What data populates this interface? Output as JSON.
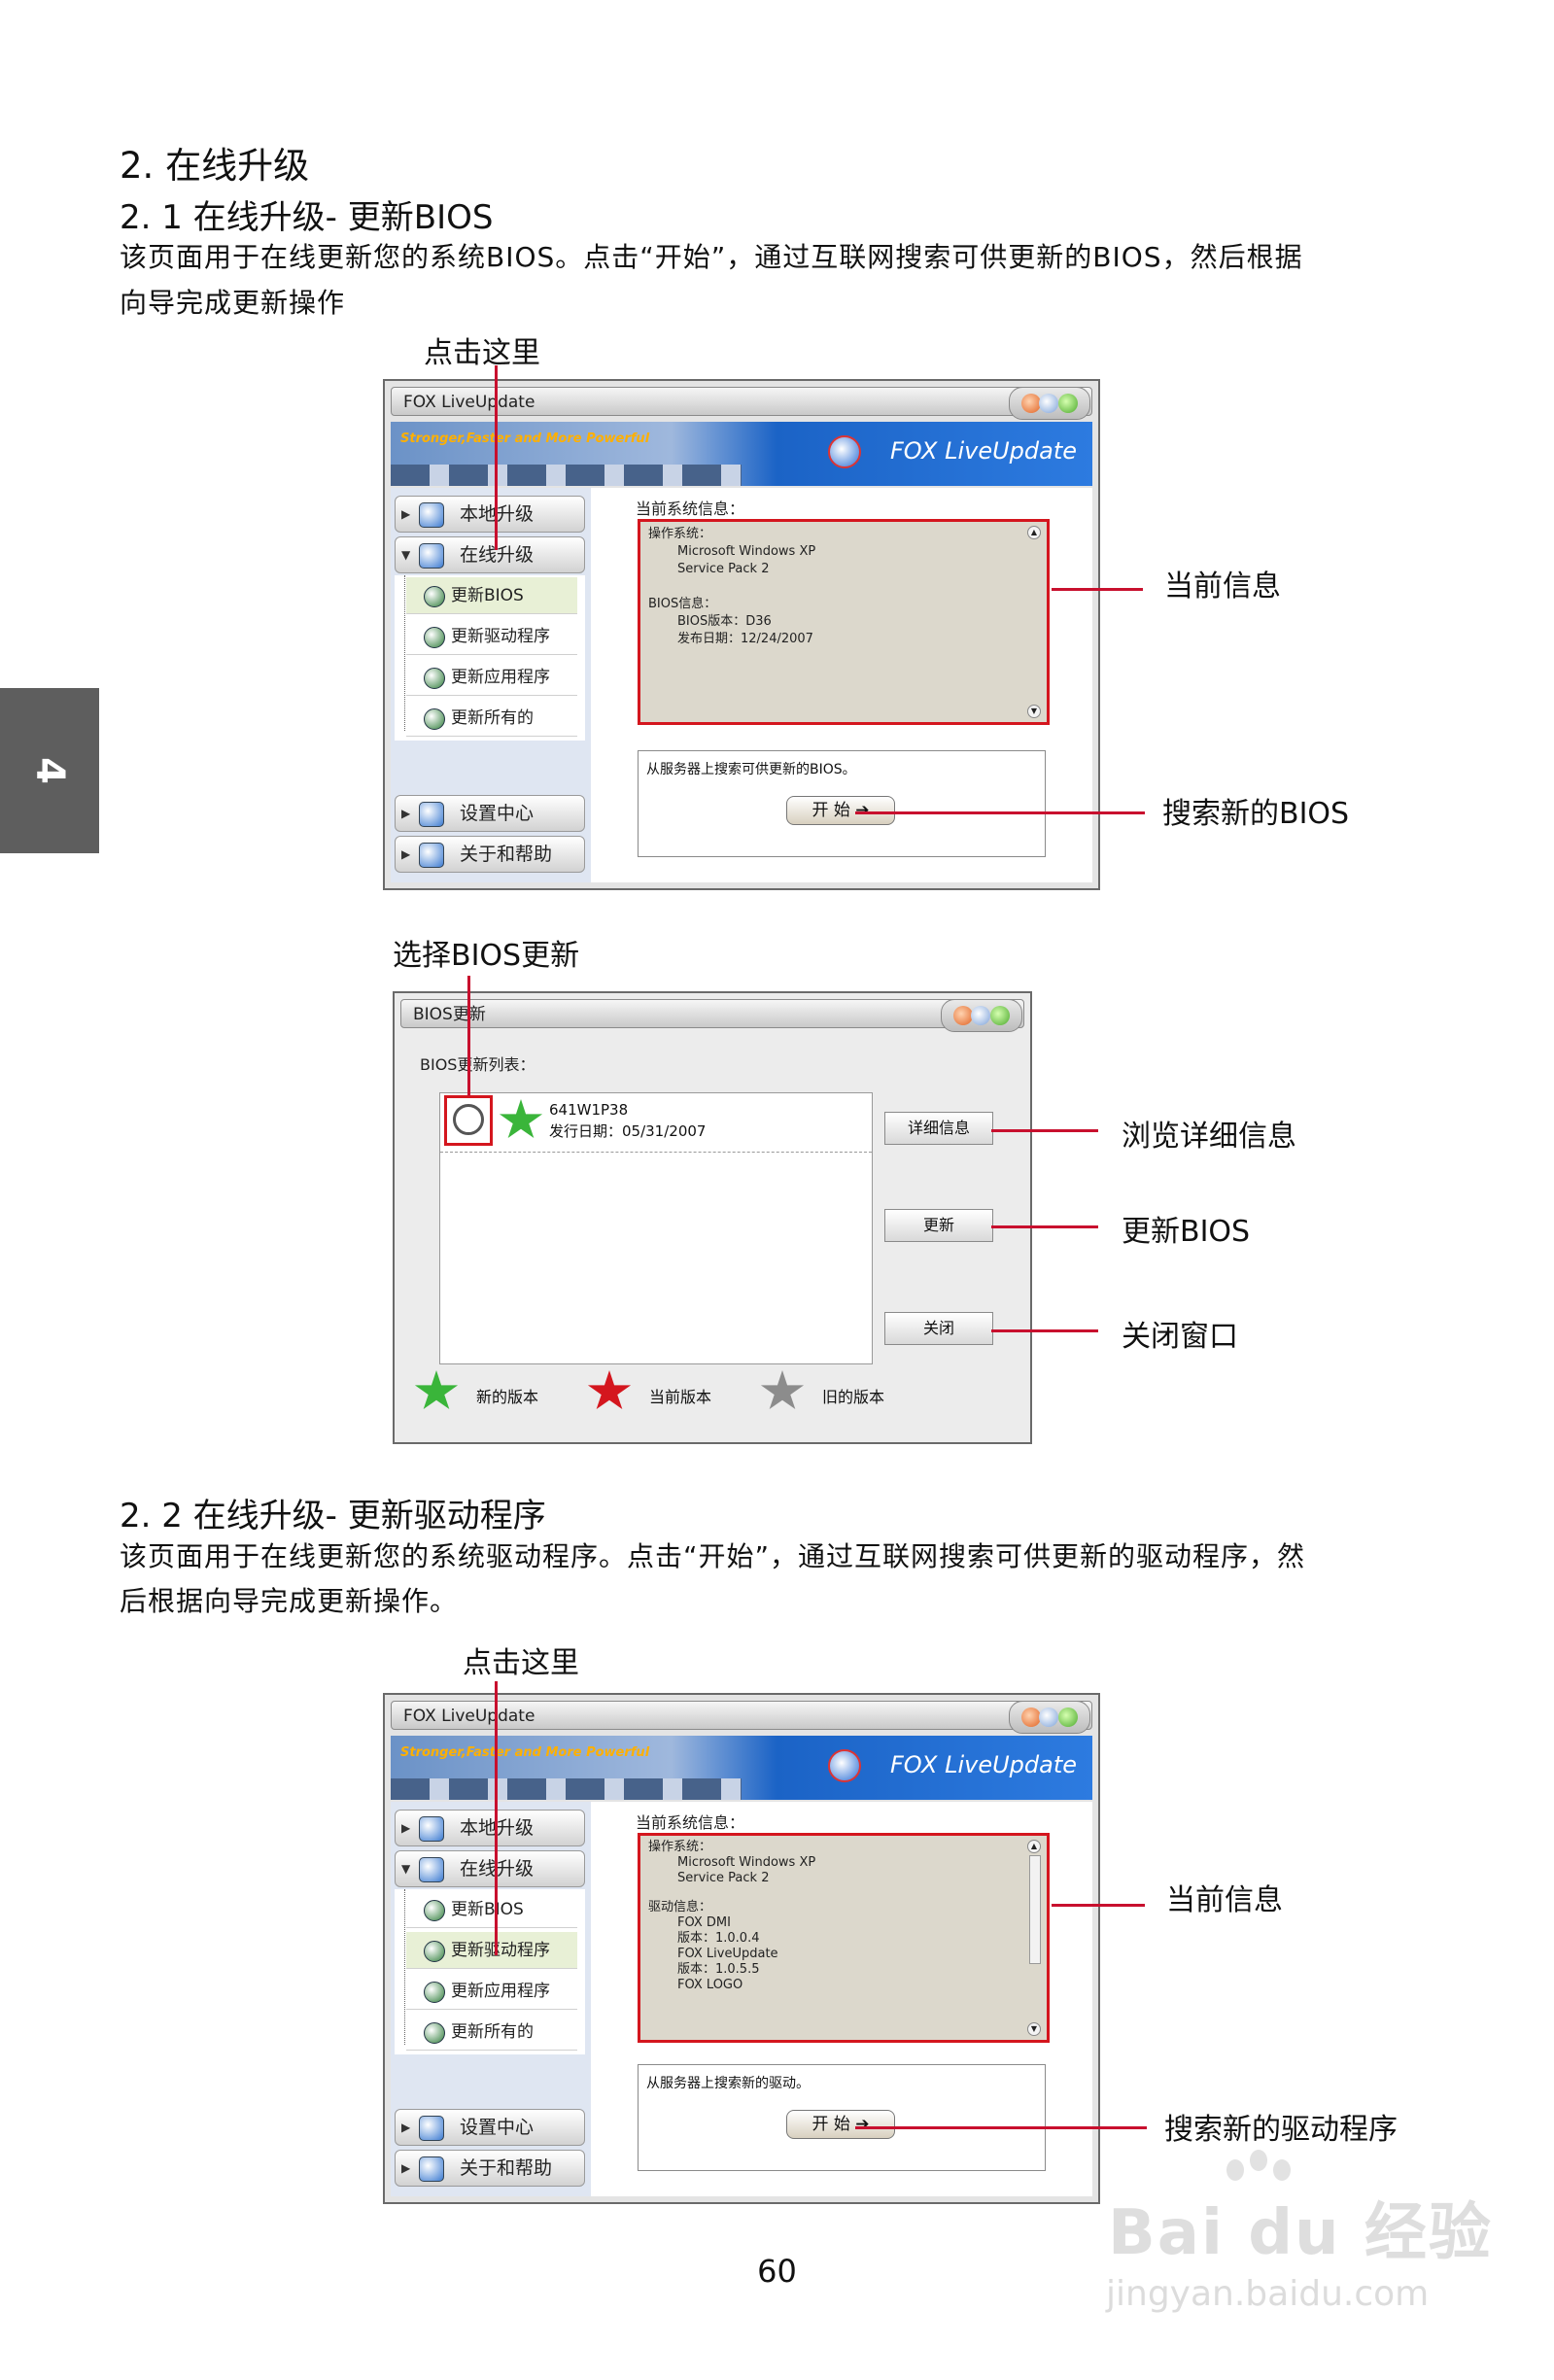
{
  "section": {
    "heading": "2.  在线升级",
    "sub1": "2. 1  在线升级- 更新BIOS",
    "para1_line1": "该页面用于在线更新您的系统BIOS。点击“开始”，通过互联网搜索可供更新的BIOS，然后根据",
    "para1_line2": "向导完成更新操作",
    "sub2": "2. 2  在线升级- 更新驱动程序",
    "para2_line1": "该页面用于在线更新您的系统驱动程序。点击“开始”，通过互联网搜索可供更新的驱动程序，然",
    "para2_line2": "后根据向导完成更新操作。"
  },
  "side_tab": "4",
  "callouts": {
    "click_here": "点击这里",
    "current_info": "当前信息",
    "search_bios": "搜索新的BIOS",
    "select_bios": "选择BIOS更新",
    "view_details": "浏览详细信息",
    "update_bios": "更新BIOS",
    "close_window": "关闭窗口",
    "search_driver": "搜索新的驱动程序"
  },
  "app": {
    "title": "FOX LiveUpdate",
    "slogan": "Stronger,Faster and More Powerful",
    "logo": "FOX LiveUpdate",
    "nav": {
      "local": "本地升级",
      "online": "在线升级",
      "sub": [
        "更新BIOS",
        "更新驱动程序",
        "更新应用程序",
        "更新所有的"
      ],
      "settings": "设置中心",
      "about": "关于和帮助"
    },
    "info_label": "当前系统信息：",
    "start_btn": "开 始"
  },
  "screen1": {
    "os_label": "操作系统：",
    "os_name": "Microsoft Windows XP",
    "os_sp": "Service Pack 2",
    "bios_label": "BIOS信息：",
    "bios_ver": "BIOS版本：D36",
    "bios_date": "发布日期：12/24/2007",
    "search_text": "从服务器上搜索可供更新的BIOS。"
  },
  "bios_dialog": {
    "title": "BIOS更新",
    "list_label": "BIOS更新列表：",
    "item_name": "641W1P38",
    "item_date": "发行日期：05/31/2007",
    "btn_details": "详细信息",
    "btn_update": "更新",
    "btn_close": "关闭",
    "legend_new": "新的版本",
    "legend_current": "当前版本",
    "legend_old": "旧的版本"
  },
  "screen2": {
    "os_label": "操作系统：",
    "os_name": "Microsoft Windows XP",
    "os_sp": "Service Pack 2",
    "driver_label": "驱动信息：",
    "d1": "FOX DMI",
    "d1v": "版本：1.0.0.4",
    "d2": "FOX LiveUpdate",
    "d2v": "版本：1.0.5.5",
    "d3": "FOX LOGO",
    "search_text": "从服务器上搜索新的驱动。"
  },
  "page_number": "60",
  "watermark": {
    "brand": "Bai du 经验",
    "url": "jingyan.baidu.com"
  },
  "colors": {
    "accent": "#c8102e",
    "side_tab": "#5e5e5e",
    "banner": "#2d7be0"
  }
}
